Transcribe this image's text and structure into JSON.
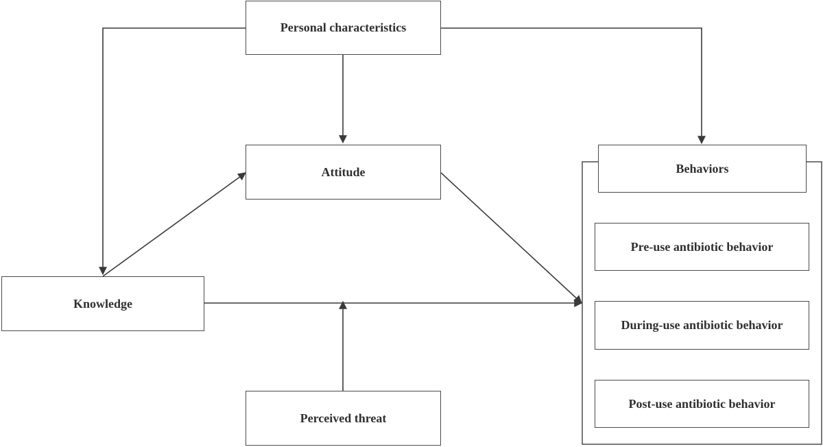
{
  "nodes": {
    "personal_characteristics": "Personal characteristics",
    "attitude": "Attitude",
    "knowledge": "Knowledge",
    "perceived_threat": "Perceived threat",
    "behaviors": {
      "title": "Behaviors",
      "items": [
        "Pre-use antibiotic behavior",
        "During-use antibiotic behavior",
        "Post-use antibiotic behavior"
      ]
    }
  },
  "colors": {
    "line": "#3a3a3a",
    "border": "#4a4a4a",
    "text": "#2f2f2f"
  }
}
